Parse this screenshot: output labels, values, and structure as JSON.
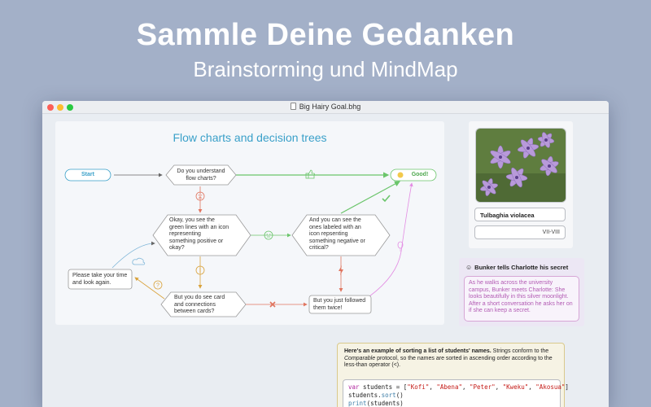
{
  "hero": {
    "title": "Sammle Deine Gedanken",
    "subtitle": "Brainstorming und MindMap"
  },
  "window": {
    "title": "Big Hairy Goal.bhg"
  },
  "flowchart": {
    "title": "Flow charts and decision trees",
    "nodes": {
      "start": "Start",
      "q1_line1": "Do you understand",
      "q1_line2": "flow charts?",
      "good": "Good!",
      "q2_line1": "Okay, you see the",
      "q2_line2": "green lines with an icon",
      "q2_line3": "representing",
      "q2_line4": "something positive or",
      "q2_line5": "okay?",
      "q3_line1": "And you can see the",
      "q3_line2": "ones labeled with an",
      "q3_line3": "icon repsenting",
      "q3_line4": "something negative or",
      "q3_line5": "critical?",
      "try_line1": "Please take your time",
      "try_line2": "and look again.",
      "q4_line1": "But you do see card",
      "q4_line2": "and connections",
      "q4_line3": "between cards?",
      "followed_line1": "But you just followed",
      "followed_line2": "them twice!"
    },
    "colors": {
      "accent": "#3aa0c9",
      "positive": "#6bc56b",
      "negative": "#e0755f",
      "neutral": "#d9a23b",
      "pink": "#e38de3"
    },
    "icons": [
      "thumbs-up-icon",
      "sad-face-icon",
      "neutral-face-icon",
      "lightning-icon",
      "question-icon",
      "cloud-icon",
      "cross-icon",
      "check-icon",
      "balloon-icon",
      "smile-icon"
    ]
  },
  "plant": {
    "name": "Tulbaghia violacea",
    "value": "VII-VIII"
  },
  "story": {
    "title": "Bunker tells Charlotte his secret",
    "body": "As he walks across the university campus, Bunker meets Charlotte: She looks beautifully in this silver moonlight. After a short conversation he asks her on if she can keep a secret."
  },
  "code": {
    "intro_bold": "Here's an example of sorting a list of students' names.",
    "intro_1": " Strings conform to the ",
    "intro_italic": "Comparable",
    "intro_2": " protocol, so the names are sorted in ascending order according to the less-than operator (<).",
    "line1_kw": "var",
    "line1_a": " students = [",
    "line1_s1": "\"Kofi\"",
    "line1_s2": "\"Abena\"",
    "line1_s3": "\"Peter\"",
    "line1_s4": "\"Kweku\"",
    "line1_s5": "\"Akosua\"",
    "line1_end": "]",
    "comma": ", ",
    "line2_a": "students.",
    "line2_fn": "sort",
    "line2_end": "()",
    "line3_fn": "print",
    "line3_end": "(students)"
  }
}
